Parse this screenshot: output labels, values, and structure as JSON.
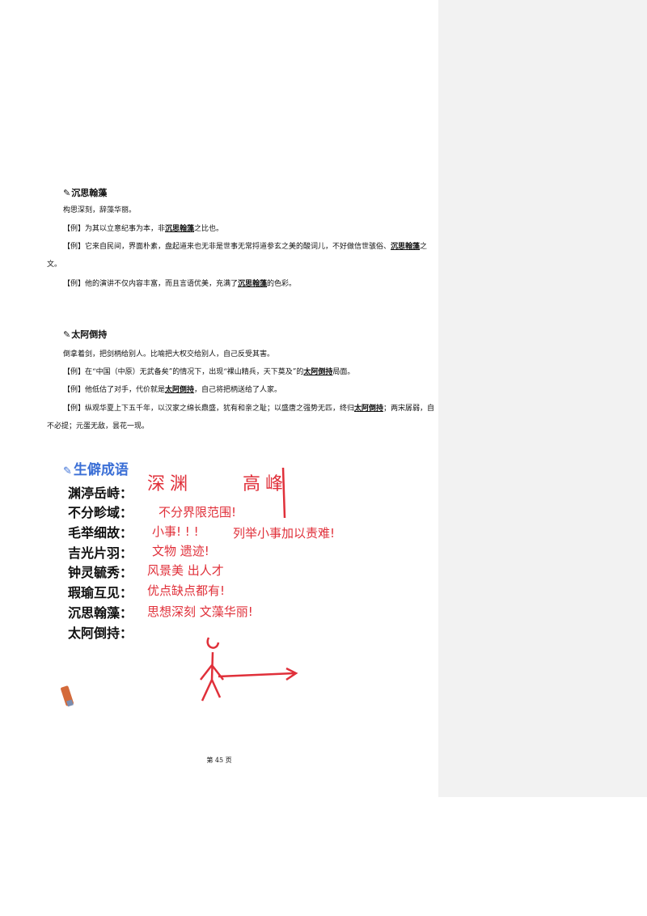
{
  "entries": [
    {
      "title": "沉思翰藻",
      "definition": "构思深刻，辞藻华丽。",
      "examples": [
        {
          "before": "【例】为其以立意纪事为本，非",
          "kw": "沉思翰藻",
          "after": "之比也。"
        },
        {
          "before": "【例】它来自民间，界面朴素，盘起道来也无非是世事无常捋道参玄之美的酸词儿，不好做信世骇俗、",
          "kw": "沉思翰藻",
          "after": "之文。"
        },
        {
          "before": "【例】他的演讲不仅内容丰富，而且言语优美，充满了",
          "kw": "沉思翰藻",
          "after": "的色彩。"
        }
      ]
    },
    {
      "title": "太阿倒持",
      "definition": "倒拿着剑，把剑柄给别人。比喻把大权交给别人，自己反受其害。",
      "examples": [
        {
          "before": "【例】在“中国（中原）无武备矣”的情况下，出现“裸山精兵，天下莫及”的",
          "kw": "太阿倒持",
          "after": "局面。"
        },
        {
          "before": "【例】他低估了对手，代价就是",
          "kw": "太阿倒持",
          "after": "，自己将把柄送给了人家。"
        },
        {
          "before": "【例】纵观华夏上下五千年，以汉家之绵长鼎盛，犹有和亲之耻；以盛唐之强势无匹，终归",
          "kw": "太阿倒持",
          "after": "；两宋孱弱，自不必提；元蛋无敌，昙花一现。"
        }
      ]
    }
  ],
  "notes": {
    "heading": "生僻成语",
    "idioms": [
      "渊渟岳峙：",
      "不分畛域：",
      "毛举细故：",
      "吉光片羽：",
      "钟灵毓秀：",
      "瑕瑜互见：",
      "沉思翰藻：",
      "太阿倒持："
    ],
    "handwriting": [
      "深渊",
      "高峰",
      "不分界限范围!",
      "小事! ! !",
      "列举小事加以责难!",
      "文物 遗迹!",
      "风景美 出人才",
      "优点缺点都有!",
      "思想深刻 文藻华丽!"
    ]
  },
  "footer": "第 45 页",
  "colors": {
    "heading": "#3b6fd6",
    "ink": "#e0303a",
    "comment_pane": "#f2f2f2"
  }
}
